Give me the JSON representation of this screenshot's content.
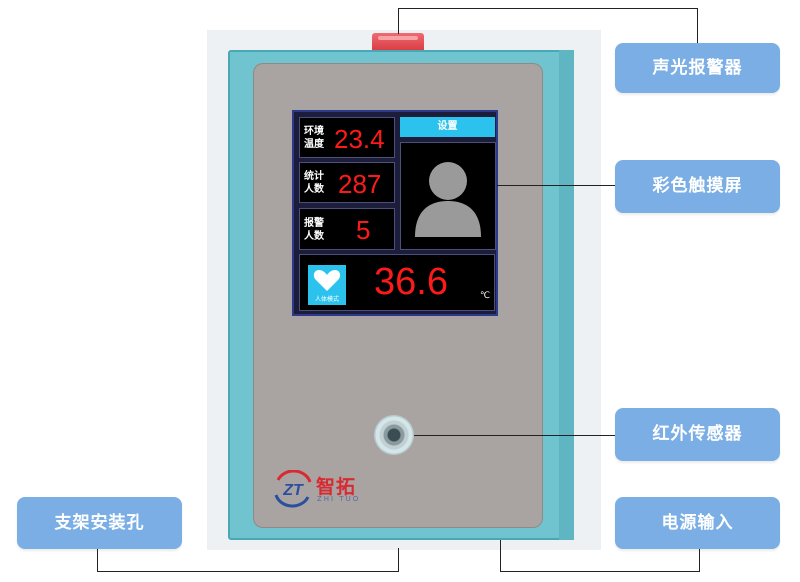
{
  "screen": {
    "ambient_label_1": "环境",
    "ambient_label_2": "温度",
    "ambient_value": "23.4",
    "count_label_1": "统计",
    "count_label_2": "人数",
    "count_value": "287",
    "alarm_label_1": "报警",
    "alarm_label_2": "人数",
    "alarm_value": "5",
    "settings_label": "设置",
    "mode_caption": "人体模式",
    "body_temp_value": "36.6",
    "temp_unit": "℃"
  },
  "logo": {
    "mark": "ZT",
    "name": "智拓",
    "sub": "ZHI TUO"
  },
  "callouts": {
    "alarm": "声光报警器",
    "touchscreen": "彩色触摸屏",
    "ir_sensor": "红外传感器",
    "mount_hole": "支架安装孔",
    "power_input": "电源输入"
  },
  "colors": {
    "callout_bg": "#7aaee4",
    "device_frame": "#6fc4cf",
    "face_panel": "#a9a3a1",
    "digit_red": "#ff1a1a",
    "accent_cyan": "#2bc3ee"
  }
}
